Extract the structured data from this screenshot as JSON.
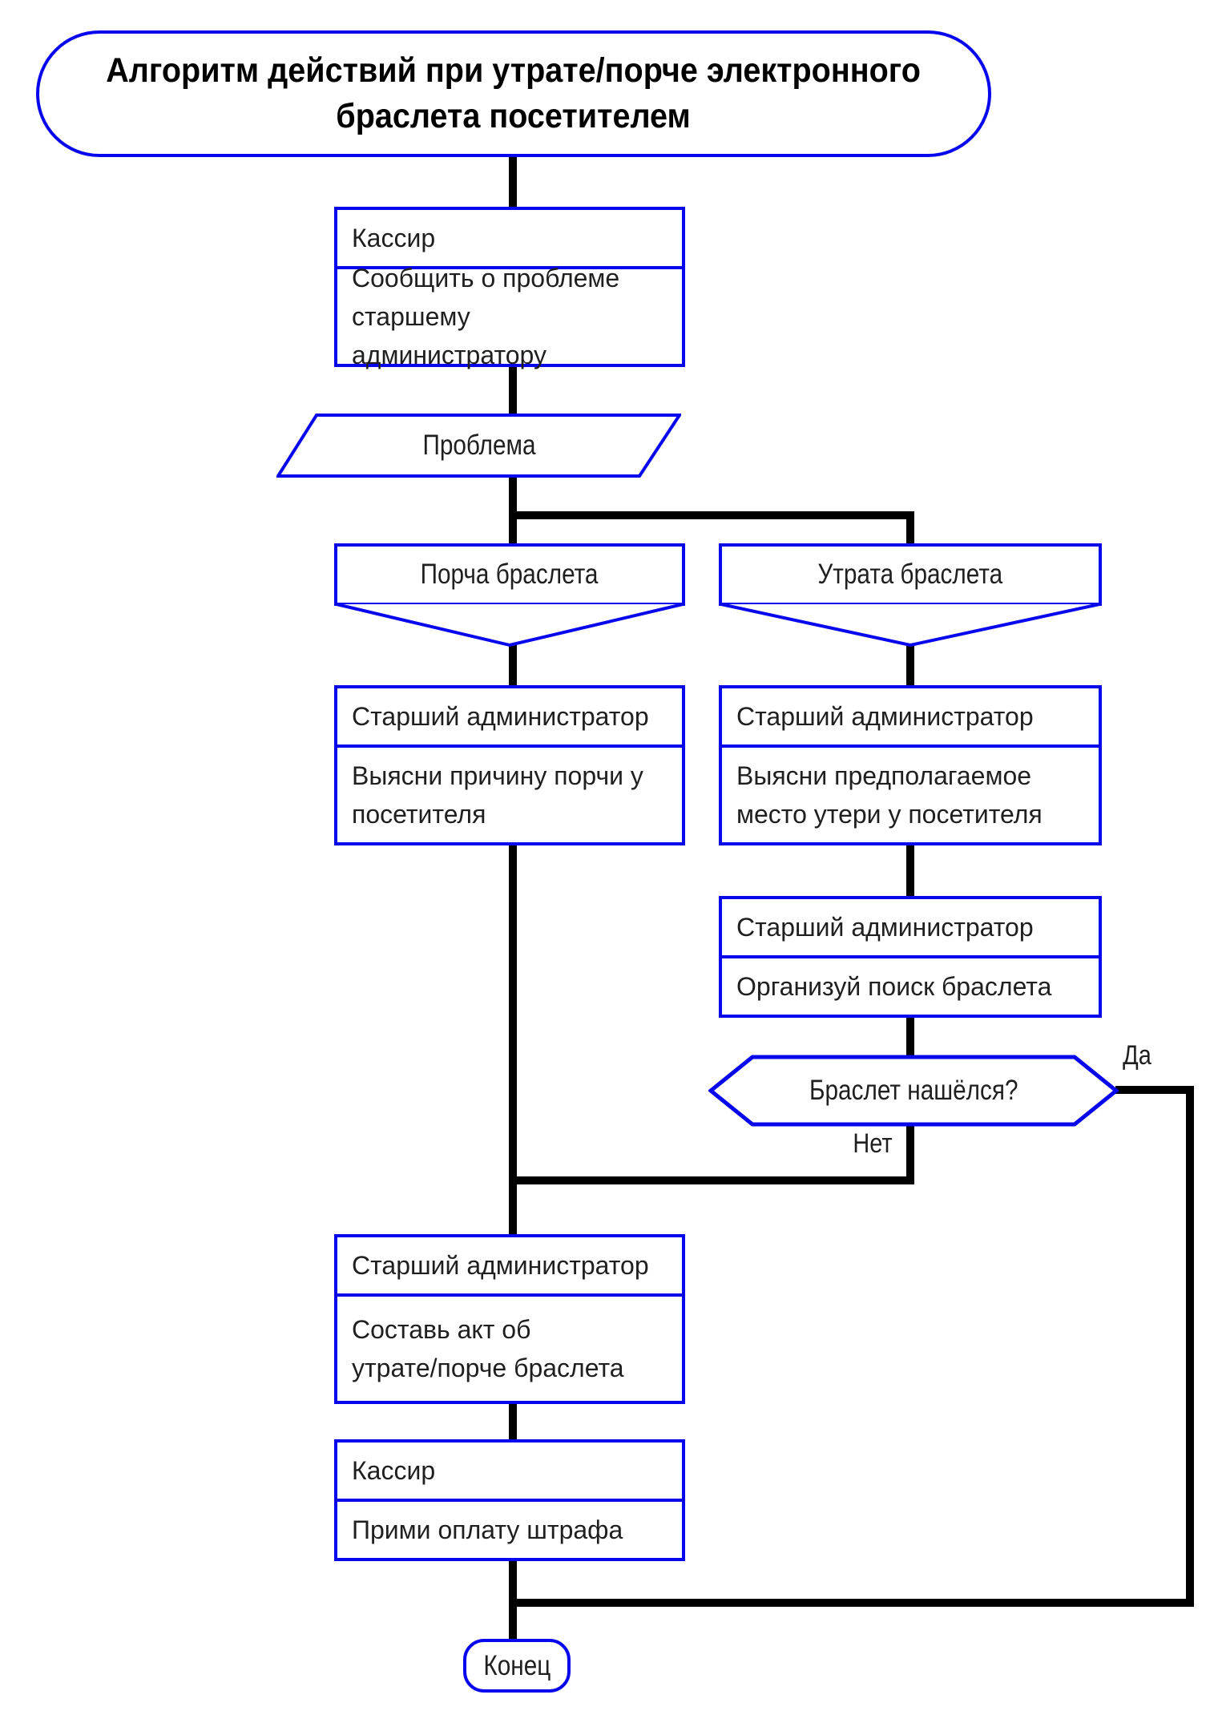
{
  "title": {
    "full": "Алгоритм действий при утрате/порче электронного браслета посетителем",
    "lines": [
      "Алгоритм действий при утрате/порче электронного",
      "браслета посетителем"
    ]
  },
  "nodes": {
    "report": {
      "actor": "Кассир",
      "action": "Сообщить о проблеме старшему администратору",
      "lines": [
        "Сообщить о проблеме",
        "старшему администратору"
      ]
    },
    "problem": {
      "label": "Проблема"
    },
    "branch_damage": {
      "label": "Порча браслета"
    },
    "branch_loss": {
      "label": "Утрата браслета"
    },
    "damage_step": {
      "actor": "Старший администратор",
      "action": "Выясни причину порчи у посетителя",
      "lines": [
        "Выясни причину порчи у",
        "посетителя"
      ]
    },
    "loss_step1": {
      "actor": "Старший администратор",
      "action": "Выясни предполагаемое место утери у посетителя",
      "lines": [
        "Выясни предполагаемое",
        "место утери у посетителя"
      ]
    },
    "loss_step2": {
      "actor": "Старший администратор",
      "action": "Организуй поиск браслета",
      "lines": [
        "Организуй поиск браслета"
      ]
    },
    "decision": {
      "label": "Браслет нашёлся?",
      "yes_label": "Да",
      "no_label": "Нет"
    },
    "act_step": {
      "actor": "Старший администратор",
      "action": "Составь акт об утрате/порче браслета",
      "lines": [
        "Составь акт об",
        "утрате/порче браслета"
      ]
    },
    "fine_step": {
      "actor": "Кассир",
      "action": "Прими оплату штрафа",
      "lines": [
        "Прими оплату штрафа"
      ]
    },
    "end": {
      "label": "Конец"
    }
  },
  "colors": {
    "border": "#0707ee",
    "line": "#000000",
    "text": "#1f1f1f",
    "title_text": "#000000",
    "bg": "#ffffff"
  }
}
